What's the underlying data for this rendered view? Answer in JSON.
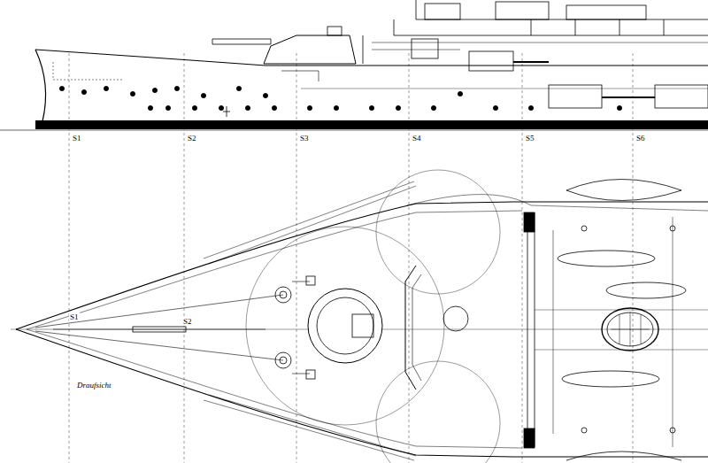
{
  "diagram": {
    "labels": [
      "S1",
      "S2",
      "S3",
      "S4",
      "S5",
      "S6",
      "S1",
      "S2",
      "Draufsicht"
    ]
  }
}
